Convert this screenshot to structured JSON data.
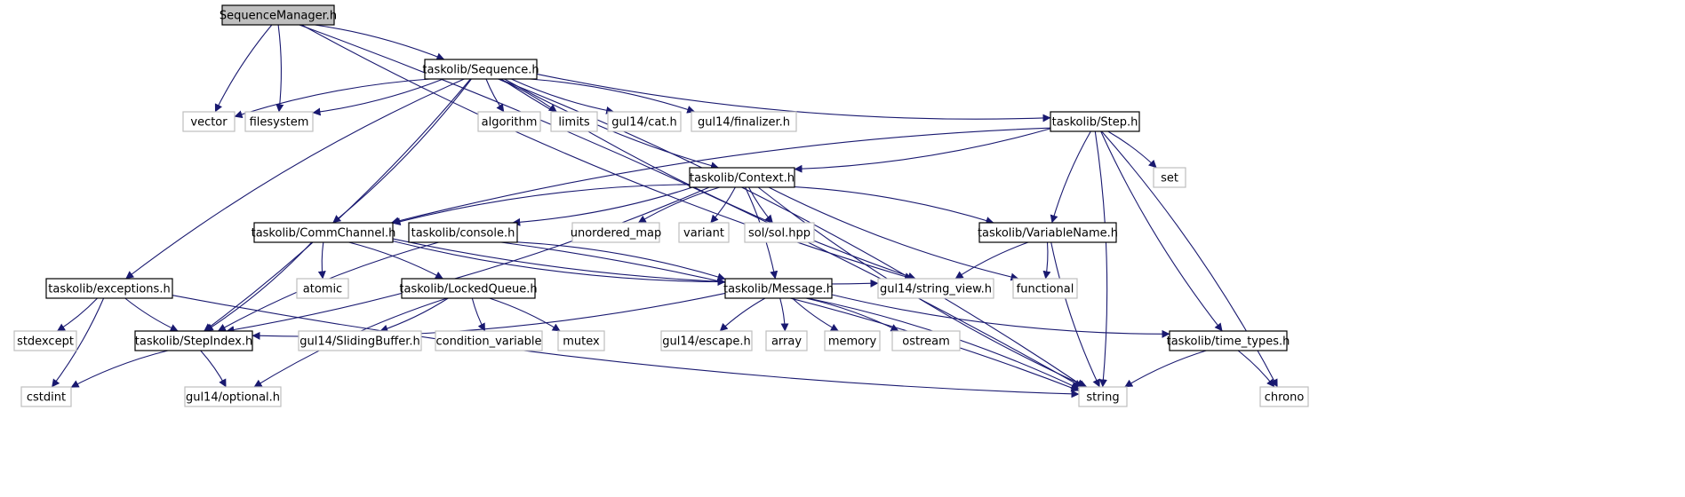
{
  "colors": {
    "edge": "#191970",
    "root_fill": "#bfbfbf",
    "root_stroke": "#000000",
    "local_stroke": "#000000",
    "external_stroke": "#bfbfbf",
    "text": "#000000",
    "background": "#ffffff"
  },
  "nodes": [
    {
      "id": "SequenceManager_h",
      "label": "SequenceManager.h",
      "kind": "root"
    },
    {
      "id": "taskolib_Sequence_h",
      "label": "taskolib/Sequence.h",
      "kind": "local"
    },
    {
      "id": "vector",
      "label": "vector",
      "kind": "external"
    },
    {
      "id": "filesystem",
      "label": "filesystem",
      "kind": "external"
    },
    {
      "id": "algorithm",
      "label": "algorithm",
      "kind": "external"
    },
    {
      "id": "limits",
      "label": "limits",
      "kind": "external"
    },
    {
      "id": "gul14_cat_h",
      "label": "gul14/cat.h",
      "kind": "external"
    },
    {
      "id": "gul14_finalizer_h",
      "label": "gul14/finalizer.h",
      "kind": "external"
    },
    {
      "id": "taskolib_Step_h",
      "label": "taskolib/Step.h",
      "kind": "local"
    },
    {
      "id": "set",
      "label": "set",
      "kind": "external"
    },
    {
      "id": "taskolib_Context_h",
      "label": "taskolib/Context.h",
      "kind": "local"
    },
    {
      "id": "taskolib_CommChannel_h",
      "label": "taskolib/CommChannel.h",
      "kind": "local"
    },
    {
      "id": "taskolib_console_h",
      "label": "taskolib/console.h",
      "kind": "local"
    },
    {
      "id": "unordered_map",
      "label": "unordered_map",
      "kind": "external"
    },
    {
      "id": "variant",
      "label": "variant",
      "kind": "external"
    },
    {
      "id": "sol_sol_hpp",
      "label": "sol/sol.hpp",
      "kind": "external"
    },
    {
      "id": "taskolib_VariableName_h",
      "label": "taskolib/VariableName.h",
      "kind": "local"
    },
    {
      "id": "atomic",
      "label": "atomic",
      "kind": "external"
    },
    {
      "id": "gul14_string_view_h",
      "label": "gul14/string_view.h",
      "kind": "external"
    },
    {
      "id": "functional",
      "label": "functional",
      "kind": "external"
    },
    {
      "id": "taskolib_exceptions_h",
      "label": "taskolib/exceptions.h",
      "kind": "local"
    },
    {
      "id": "taskolib_LockedQueue_h",
      "label": "taskolib/LockedQueue.h",
      "kind": "local"
    },
    {
      "id": "taskolib_Message_h",
      "label": "taskolib/Message.h",
      "kind": "local"
    },
    {
      "id": "stdexcept",
      "label": "stdexcept",
      "kind": "external"
    },
    {
      "id": "taskolib_StepIndex_h",
      "label": "taskolib/StepIndex.h",
      "kind": "local"
    },
    {
      "id": "gul14_SlidingBuffer_h",
      "label": "gul14/SlidingBuffer.h",
      "kind": "external"
    },
    {
      "id": "condition_variable",
      "label": "condition_variable",
      "kind": "external"
    },
    {
      "id": "mutex",
      "label": "mutex",
      "kind": "external"
    },
    {
      "id": "gul14_escape_h",
      "label": "gul14/escape.h",
      "kind": "external"
    },
    {
      "id": "array",
      "label": "array",
      "kind": "external"
    },
    {
      "id": "memory",
      "label": "memory",
      "kind": "external"
    },
    {
      "id": "ostream",
      "label": "ostream",
      "kind": "external"
    },
    {
      "id": "taskolib_time_types_h",
      "label": "taskolib/time_types.h",
      "kind": "local"
    },
    {
      "id": "cstdint",
      "label": "cstdint",
      "kind": "external"
    },
    {
      "id": "gul14_optional_h",
      "label": "gul14/optional.h",
      "kind": "external"
    },
    {
      "id": "string",
      "label": "string",
      "kind": "external"
    },
    {
      "id": "chrono",
      "label": "chrono",
      "kind": "external"
    }
  ],
  "edges": [
    {
      "from": "SequenceManager_h",
      "to": "taskolib_Sequence_h"
    },
    {
      "from": "SequenceManager_h",
      "to": "vector"
    },
    {
      "from": "SequenceManager_h",
      "to": "filesystem"
    },
    {
      "from": "SequenceManager_h",
      "to": "gul14_string_view_h"
    },
    {
      "from": "SequenceManager_h",
      "to": "string"
    },
    {
      "from": "taskolib_Sequence_h",
      "to": "vector"
    },
    {
      "from": "taskolib_Sequence_h",
      "to": "filesystem"
    },
    {
      "from": "taskolib_Sequence_h",
      "to": "algorithm"
    },
    {
      "from": "taskolib_Sequence_h",
      "to": "limits"
    },
    {
      "from": "taskolib_Sequence_h",
      "to": "gul14_cat_h"
    },
    {
      "from": "taskolib_Sequence_h",
      "to": "gul14_finalizer_h"
    },
    {
      "from": "taskolib_Sequence_h",
      "to": "taskolib_Step_h"
    },
    {
      "from": "taskolib_Sequence_h",
      "to": "string"
    },
    {
      "from": "taskolib_Sequence_h",
      "to": "taskolib_Context_h"
    },
    {
      "from": "taskolib_Sequence_h",
      "to": "taskolib_CommChannel_h"
    },
    {
      "from": "taskolib_Sequence_h",
      "to": "taskolib_exceptions_h"
    },
    {
      "from": "taskolib_Sequence_h",
      "to": "taskolib_StepIndex_h"
    },
    {
      "from": "taskolib_Sequence_h",
      "to": "gul14_string_view_h"
    },
    {
      "from": "taskolib_Step_h",
      "to": "taskolib_Context_h"
    },
    {
      "from": "taskolib_Step_h",
      "to": "taskolib_CommChannel_h"
    },
    {
      "from": "taskolib_Step_h",
      "to": "set"
    },
    {
      "from": "taskolib_Step_h",
      "to": "taskolib_VariableName_h"
    },
    {
      "from": "taskolib_Step_h",
      "to": "string"
    },
    {
      "from": "taskolib_Step_h",
      "to": "taskolib_time_types_h"
    },
    {
      "from": "taskolib_Step_h",
      "to": "chrono"
    },
    {
      "from": "taskolib_Context_h",
      "to": "taskolib_CommChannel_h"
    },
    {
      "from": "taskolib_Context_h",
      "to": "taskolib_console_h"
    },
    {
      "from": "taskolib_Context_h",
      "to": "unordered_map"
    },
    {
      "from": "taskolib_Context_h",
      "to": "variant"
    },
    {
      "from": "taskolib_Context_h",
      "to": "sol_sol_hpp"
    },
    {
      "from": "taskolib_Context_h",
      "to": "taskolib_VariableName_h"
    },
    {
      "from": "taskolib_Context_h",
      "to": "functional"
    },
    {
      "from": "taskolib_Context_h",
      "to": "taskolib_Message_h"
    },
    {
      "from": "taskolib_Context_h",
      "to": "string"
    },
    {
      "from": "taskolib_Context_h",
      "to": "taskolib_StepIndex_h"
    },
    {
      "from": "taskolib_CommChannel_h",
      "to": "atomic"
    },
    {
      "from": "taskolib_CommChannel_h",
      "to": "taskolib_LockedQueue_h"
    },
    {
      "from": "taskolib_CommChannel_h",
      "to": "taskolib_Message_h"
    },
    {
      "from": "taskolib_CommChannel_h",
      "to": "taskolib_StepIndex_h"
    },
    {
      "from": "taskolib_CommChannel_h",
      "to": "gul14_string_view_h"
    },
    {
      "from": "taskolib_console_h",
      "to": "taskolib_Message_h"
    },
    {
      "from": "taskolib_console_h",
      "to": "taskolib_StepIndex_h"
    },
    {
      "from": "taskolib_console_h",
      "to": "string"
    },
    {
      "from": "taskolib_VariableName_h",
      "to": "gul14_string_view_h"
    },
    {
      "from": "taskolib_VariableName_h",
      "to": "functional"
    },
    {
      "from": "taskolib_VariableName_h",
      "to": "string"
    },
    {
      "from": "taskolib_exceptions_h",
      "to": "stdexcept"
    },
    {
      "from": "taskolib_exceptions_h",
      "to": "taskolib_StepIndex_h"
    },
    {
      "from": "taskolib_exceptions_h",
      "to": "cstdint"
    },
    {
      "from": "taskolib_exceptions_h",
      "to": "string"
    },
    {
      "from": "taskolib_LockedQueue_h",
      "to": "gul14_SlidingBuffer_h"
    },
    {
      "from": "taskolib_LockedQueue_h",
      "to": "condition_variable"
    },
    {
      "from": "taskolib_LockedQueue_h",
      "to": "mutex"
    },
    {
      "from": "taskolib_LockedQueue_h",
      "to": "gul14_optional_h"
    },
    {
      "from": "taskolib_Message_h",
      "to": "taskolib_StepIndex_h"
    },
    {
      "from": "taskolib_Message_h",
      "to": "gul14_escape_h"
    },
    {
      "from": "taskolib_Message_h",
      "to": "array"
    },
    {
      "from": "taskolib_Message_h",
      "to": "memory"
    },
    {
      "from": "taskolib_Message_h",
      "to": "ostream"
    },
    {
      "from": "taskolib_Message_h",
      "to": "taskolib_time_types_h"
    },
    {
      "from": "taskolib_Message_h",
      "to": "string"
    },
    {
      "from": "taskolib_StepIndex_h",
      "to": "cstdint"
    },
    {
      "from": "taskolib_StepIndex_h",
      "to": "gul14_optional_h"
    },
    {
      "from": "taskolib_time_types_h",
      "to": "string"
    },
    {
      "from": "taskolib_time_types_h",
      "to": "chrono"
    }
  ]
}
